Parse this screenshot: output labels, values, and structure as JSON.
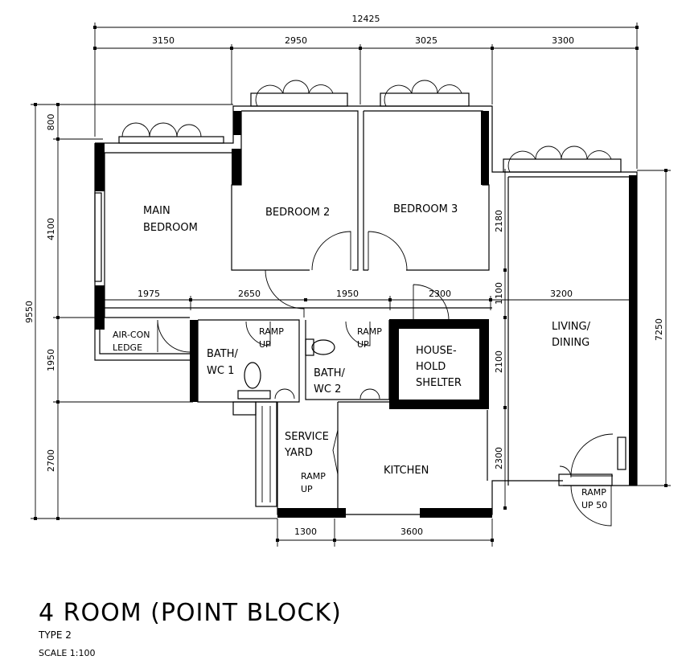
{
  "title": "4 ROOM (POINT BLOCK)",
  "type_label": "TYPE 2",
  "scale_label": "SCALE   1:100",
  "rooms": {
    "main_bedroom": [
      "MAIN",
      "BEDROOM"
    ],
    "bedroom2": "BEDROOM  2",
    "bedroom3": "BEDROOM  3",
    "living": [
      "LIVING/",
      "DINING"
    ],
    "aircon": [
      "AIR-CON",
      "LEDGE"
    ],
    "bath1": [
      "BATH/",
      "WC  1"
    ],
    "bath2": [
      "BATH/",
      "WC  2"
    ],
    "shelter": [
      "HOUSE-",
      "HOLD",
      "SHELTER"
    ],
    "service": [
      "SERVICE",
      "YARD"
    ],
    "kitchen": "KITCHEN"
  },
  "ramps": {
    "ramp1": [
      "RAMP",
      "UP"
    ],
    "ramp2": [
      "RAMP",
      "UP"
    ],
    "ramp3": [
      "RAMP",
      "UP"
    ],
    "ramp4": [
      "RAMP",
      "UP  50"
    ]
  },
  "dims_top": {
    "total": "12425",
    "segments": [
      "3150",
      "2950",
      "3025",
      "3300"
    ]
  },
  "dims_left": {
    "total": "9550",
    "segments": [
      "800",
      "4100",
      "1950",
      "2700"
    ]
  },
  "dims_right": {
    "total": "7250"
  },
  "dims_interior": [
    "1975",
    "2650",
    "1950",
    "2300",
    "3200"
  ],
  "dims_right_inner": [
    "2180",
    "1100",
    "2100",
    "2300"
  ],
  "dims_bottom": [
    "1300",
    "3600"
  ]
}
